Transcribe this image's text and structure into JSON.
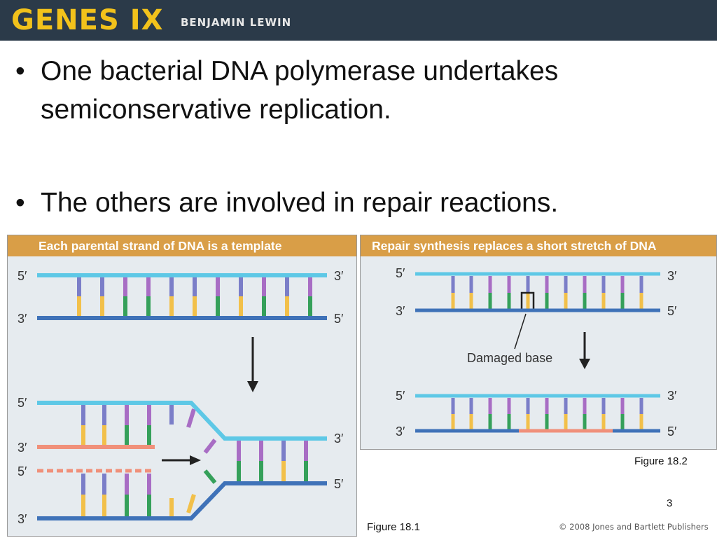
{
  "header": {
    "logo": "GENES IX",
    "author": "BENJAMIN LEWIN"
  },
  "bullets": [
    "One bacterial DNA polymerase undertakes semiconservative replication.",
    "The others are involved in repair reactions."
  ],
  "figure1": {
    "title": "Each parental strand of DNA is a template",
    "caption": "Figure 18.1",
    "labels": {
      "top_left": "5′",
      "top_right": "3′",
      "mid_left": "3′",
      "mid_right": "5′",
      "b1": "5′",
      "b2": "3′",
      "b3": "5′",
      "b4": "3′",
      "b5": "3′",
      "b6": "5′"
    }
  },
  "figure2": {
    "title": "Repair synthesis replaces a short stretch of DNA",
    "caption": "Figure 18.2",
    "damaged_label": "Damaged base",
    "labels": {
      "a": "5′",
      "b": "3′",
      "c": "3′",
      "d": "5′",
      "e": "5′",
      "f": "3′",
      "g": "3′",
      "h": "5′"
    }
  },
  "page_number": "3",
  "copyright": "© 2008 Jones and Bartlett Publishers",
  "colors": {
    "strand_top": "#5ec8e6",
    "strand_bottom": "#3f72b8",
    "new_strand": "#f0907a",
    "header_bg": "#2b3a49",
    "logo": "#f2c21b",
    "title_bar": "#d99e47"
  }
}
